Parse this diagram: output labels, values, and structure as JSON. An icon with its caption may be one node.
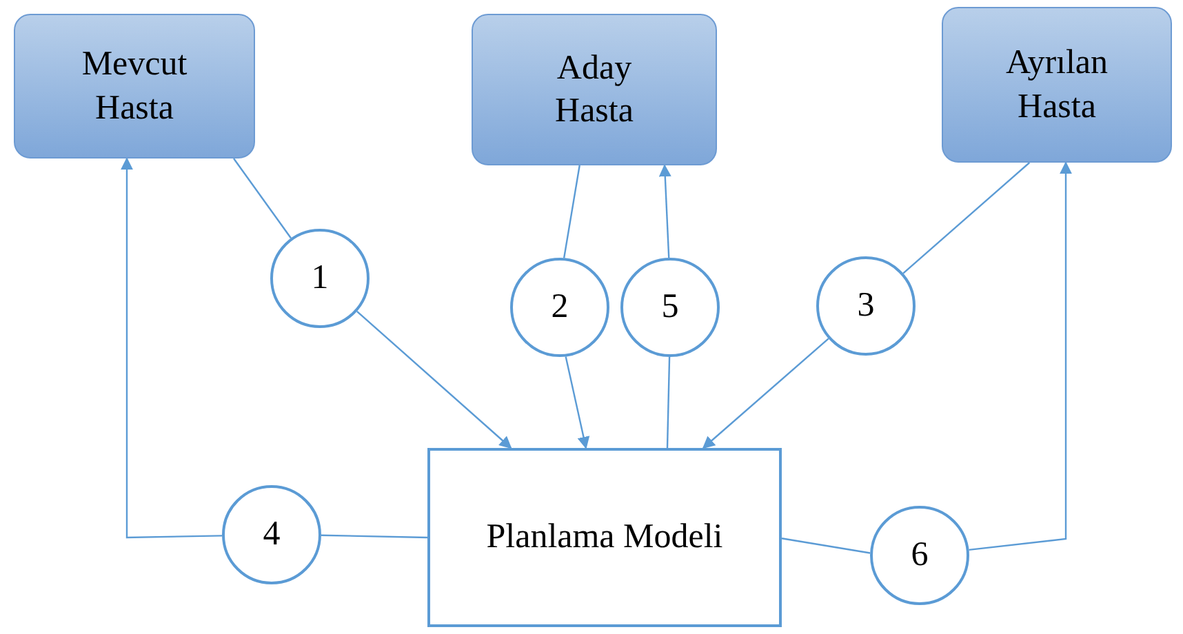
{
  "diagram": {
    "nodes": [
      {
        "text": [
          "Mevcut Hasta"
        ]
      },
      {
        "text": [
          "Aday Hasta"
        ]
      },
      {
        "text": [
          "Ayrılan Hasta"
        ]
      },
      {
        "text": [
          "1"
        ]
      },
      {
        "text": [
          "2"
        ]
      },
      {
        "text": [
          "5"
        ]
      },
      {
        "text": [
          "3"
        ]
      },
      {
        "text": [
          "Planlama Modeli"
        ]
      },
      {
        "text": [
          "4"
        ]
      },
      {
        "text": [
          "6"
        ]
      }
    ],
    "edges": [
      {
        "from": 0,
        "to": 3,
        "arrow": "none"
      },
      {
        "from": 3,
        "to": 7,
        "arrow": "to"
      },
      {
        "from": 1,
        "to": 4,
        "arrow": "none"
      },
      {
        "from": 4,
        "to": 7,
        "arrow": "to"
      },
      {
        "from": 7,
        "to": 5,
        "arrow": "none"
      },
      {
        "from": 5,
        "to": 1,
        "arrow": "to"
      },
      {
        "from": 2,
        "to": 6,
        "arrow": "none"
      },
      {
        "from": 6,
        "to": 7,
        "arrow": "to"
      },
      {
        "from": 7,
        "to": 8,
        "arrow": "none"
      },
      {
        "from": 8,
        "to": 0,
        "arrow": "to"
      },
      {
        "from": 7,
        "to": 9,
        "arrow": "none"
      },
      {
        "from": 9,
        "to": 2,
        "arrow": "to"
      }
    ]
  }
}
